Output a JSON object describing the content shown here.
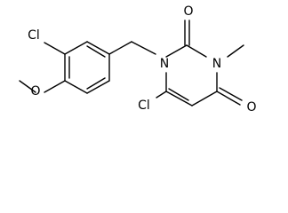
{
  "structure": {
    "atoms": [
      {
        "id": "cl_aryl",
        "label": "Cl"
      },
      {
        "id": "o_methoxy",
        "label": "O"
      },
      {
        "id": "n1",
        "label": "N"
      },
      {
        "id": "n3",
        "label": "N"
      },
      {
        "id": "o_c2",
        "label": "O"
      },
      {
        "id": "o_c4",
        "label": "O"
      },
      {
        "id": "cl_c6",
        "label": "Cl"
      }
    ]
  }
}
